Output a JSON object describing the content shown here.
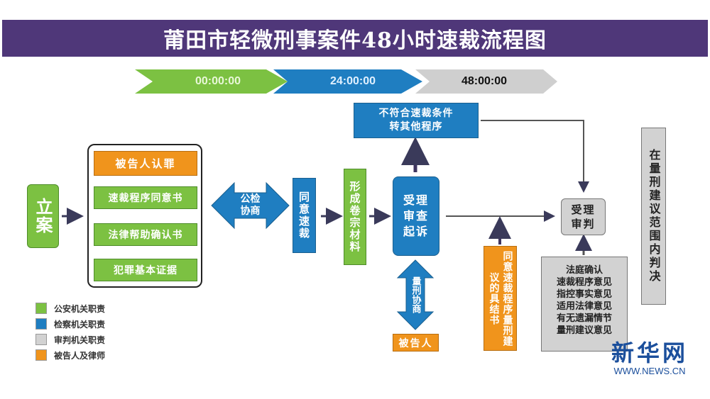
{
  "title": "莆田市轻微刑事案件48小时速裁流程图",
  "timeline": {
    "stages": [
      {
        "label": "00:00:00",
        "color": "#7cc142",
        "text_color": "#e8f7d8"
      },
      {
        "label": "24:00:00",
        "color": "#1f7ec1",
        "text_color": "#e0f0ff"
      },
      {
        "label": "48:00:00",
        "color": "#cfcfcf",
        "text_color": "#111111"
      }
    ]
  },
  "nodes": {
    "li_an": "立案",
    "group": {
      "items": [
        "被告人认罪",
        "速裁程序同意书",
        "法律帮助确认书",
        "犯罪基本证据"
      ]
    },
    "gongjian_xieshang": "公检\n协商",
    "tongyi_sucai": "同意速裁",
    "xingcheng_juanzong": "形成卷宗材料",
    "shouli_shencha": "受理\n审查\n起诉",
    "bufuhe": "不符合速裁条件\n转其他程序",
    "liangxing_xieshang": "量刑协商",
    "beigaoren": "被告人",
    "tongyi_jieshu": "同意速裁程序量刑建议的具结书",
    "shouli_shenpan": "受理\n审判",
    "fating_queren": [
      "法庭确认",
      "速裁程序意见",
      "指控事实意见",
      "适用法律意见",
      "有无遗漏情节",
      "量刑建议意见"
    ],
    "panjue": "在量刑建议范围内判决"
  },
  "legend": [
    {
      "label": "公安机关职责",
      "color": "#7cc142"
    },
    {
      "label": "检察机关职责",
      "color": "#1f7ec1"
    },
    {
      "label": "审判机关职责",
      "color": "#d2d2d2"
    },
    {
      "label": "被告人及律师",
      "color": "#f0941c"
    }
  ],
  "watermark": {
    "logo": "新华网",
    "url": "WWW.NEWS.CN",
    "color": "#1b4f9c"
  }
}
